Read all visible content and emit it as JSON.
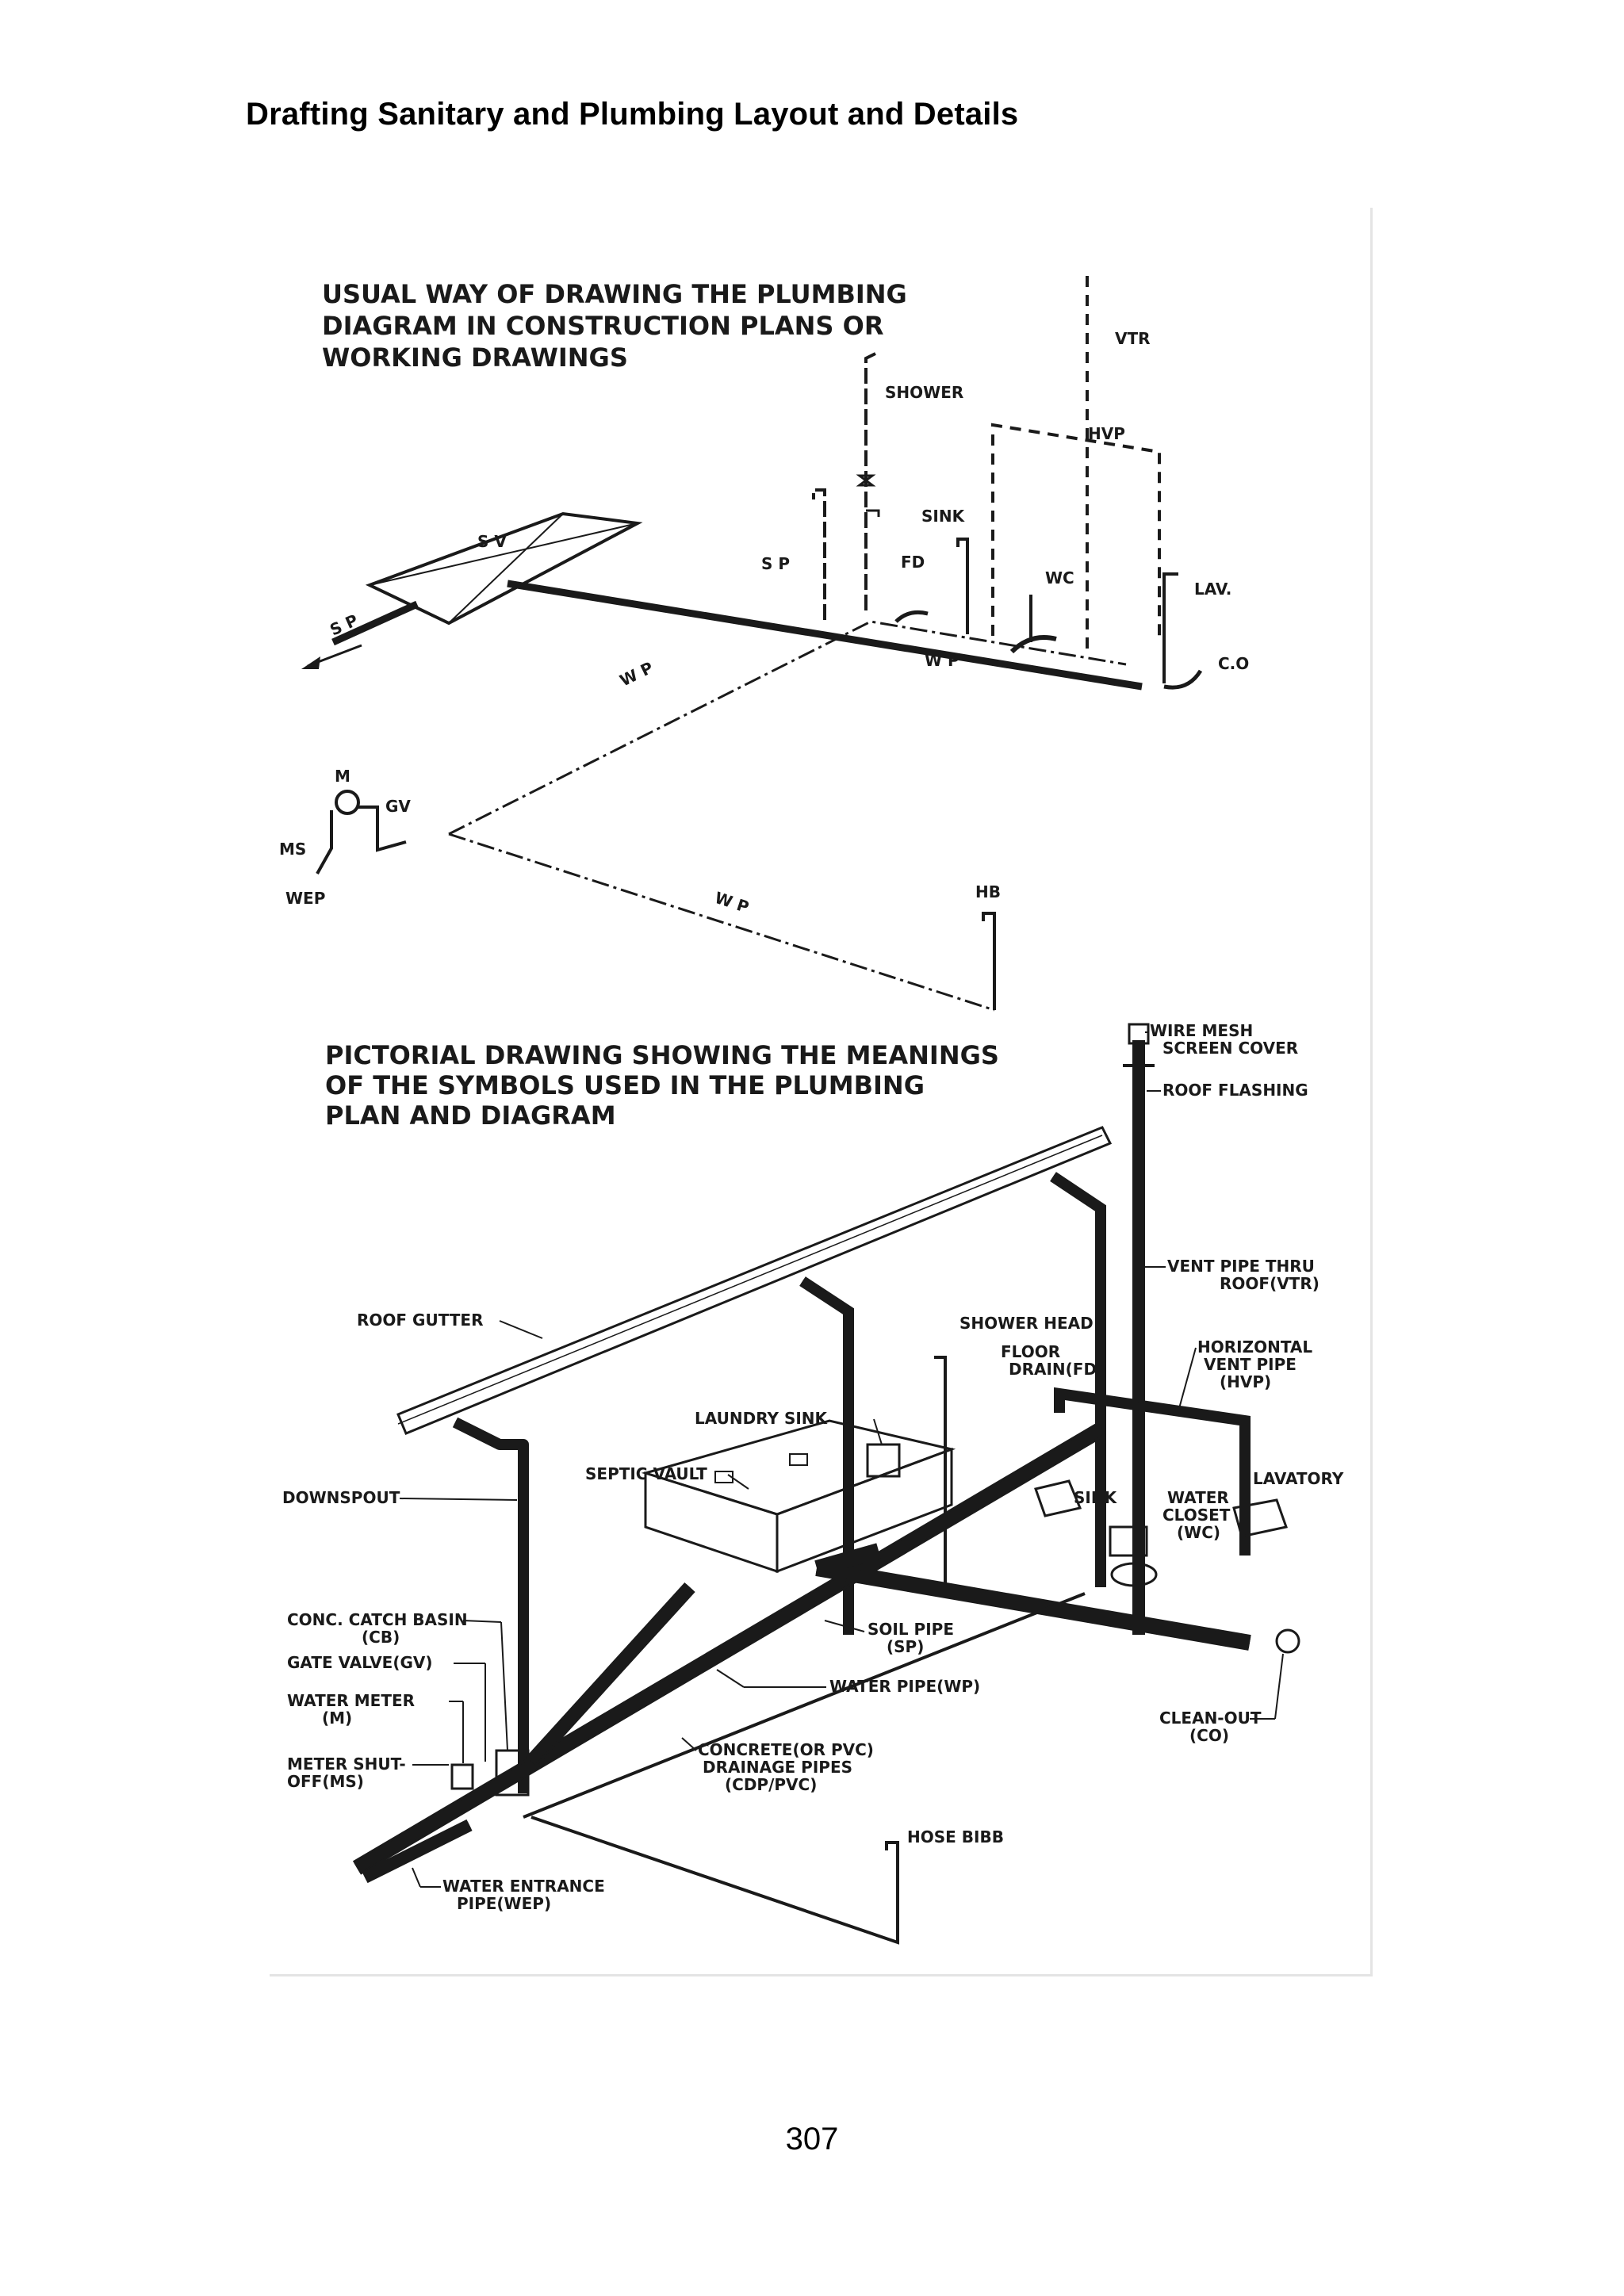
{
  "page": {
    "header": "Drafting Sanitary and Plumbing Layout and Details",
    "page_number": "307"
  },
  "diagram_top": {
    "heading": [
      "USUAL WAY OF DRAWING THE PLUMBING",
      "DIAGRAM IN CONSTRUCTION PLANS OR",
      "WORKING DRAWINGS"
    ],
    "labels": {
      "vtr": "VTR",
      "shower": "SHOWER",
      "hvp": "HVP",
      "sink": "SINK",
      "sv": "S V",
      "sp1": "S P",
      "sp2": "S P",
      "fd": "FD",
      "wc": "WC",
      "lav": "LAV.",
      "co": "C.O",
      "wp1": "W P",
      "wp2": "W P",
      "wp3": "W P",
      "m": "M",
      "gv": "GV",
      "ms": "MS",
      "wep": "WEP",
      "hb": "HB"
    }
  },
  "diagram_bottom": {
    "heading": [
      "PICTORIAL DRAWING SHOWING THE MEANINGS",
      "OF THE SYMBOLS USED IN THE PLUMBING",
      "PLAN AND DIAGRAM"
    ],
    "labels": {
      "wire_mesh": "WIRE MESH",
      "screen_cover": "SCREEN COVER",
      "roof_flashing": "ROOF FLASHING",
      "vent_pipe": "VENT PIPE THRU",
      "roof_vtr": "ROOF(VTR)",
      "roof_gutter": "ROOF GUTTER",
      "shower_head": "SHOWER HEAD",
      "floor": "FLOOR",
      "drain_fd": "DRAIN(FD)",
      "horizontal": "HORIZONTAL",
      "vent_pipe2": "VENT PIPE",
      "hvp": "(HVP)",
      "laundry_sink": "LAUNDRY SINK",
      "septic_vault": "SEPTIC VAULT",
      "downspout": "DOWNSPOUT",
      "sink": "SINK",
      "water": "WATER",
      "closet": "CLOSET",
      "wc": "(WC)",
      "lavatory": "LAVATORY",
      "catch_basin": "CONC. CATCH BASIN",
      "cb": "(CB)",
      "soil_pipe": "SOIL PIPE",
      "sp": "(SP)",
      "gate_valve": "GATE VALVE(GV)",
      "water_pipe": "WATER PIPE(WP)",
      "water_meter": "WATER METER",
      "m": "(M)",
      "clean_out": "CLEAN-OUT",
      "co": "(CO)",
      "meter_shut": "METER SHUT-",
      "off_ms": "OFF(MS)",
      "concrete": "CONCRETE(OR PVC)",
      "drainage": "DRAINAGE PIPES",
      "cdp": "(CDP/PVC)",
      "hose_bibb": "HOSE BIBB",
      "water_entrance": "WATER ENTRANCE",
      "pipe_wep": "PIPE(WEP)"
    }
  }
}
